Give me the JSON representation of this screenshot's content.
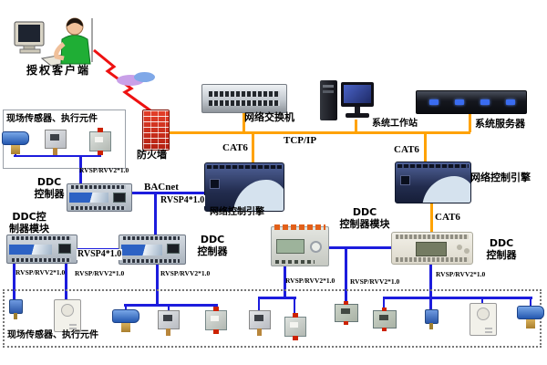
{
  "nodes": {
    "client": "授权客户端",
    "firewall": "防火墙",
    "switch": "网络交换机",
    "workstation": "系统工作站",
    "server": "系统服务器",
    "engine": "网络控制引擎",
    "ddc": "DDC",
    "controller": "控制器",
    "ddc_ctrl_prefix": "DDC控",
    "ctrl_module_suffix": "制器模块",
    "controller_module": "控制器模块",
    "field_box": "现场传感器、执行元件"
  },
  "links": {
    "tcpip": "TCP/IP",
    "cat6": "CAT6",
    "bacnet": "BACnet",
    "rvsp4": "RVSP4*1.0",
    "rvsp_rvv2": "RVSP/RVV2*1.0"
  },
  "colors": {
    "tcpip_line": "#ffa200",
    "field_line": "#1c1cdd",
    "lightning": "#ee1111",
    "firewall": "#c93018"
  }
}
